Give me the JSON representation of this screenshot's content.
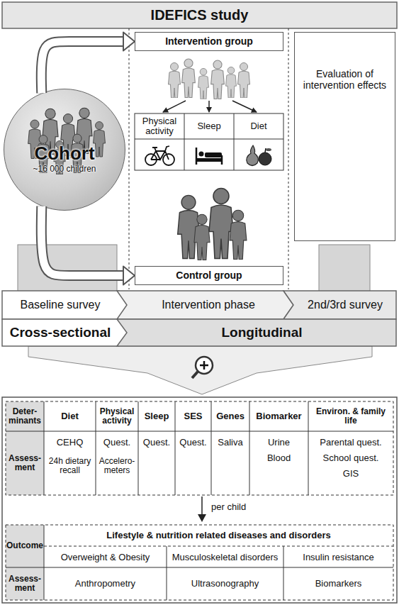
{
  "diagram": {
    "title": "IDEFICS study",
    "nodes": [
      {
        "text": [
          "Cohort",
          "~16 000 children"
        ]
      },
      {
        "text": [
          "Intervention group"
        ]
      },
      {
        "text": [
          "Control group"
        ]
      },
      {
        "text": [
          "Evaluation of intervention effects"
        ]
      },
      {
        "text": [
          "Baseline survey"
        ]
      },
      {
        "text": [
          "Intervention phase"
        ]
      },
      {
        "text": [
          "2nd/3rd survey"
        ]
      },
      {
        "text": [
          "Cross-sectional"
        ]
      },
      {
        "text": [
          "Longitudinal"
        ]
      }
    ],
    "edges": [
      {
        "from": 0,
        "to": 1,
        "arrow": "to"
      },
      {
        "from": 0,
        "to": 2,
        "arrow": "to"
      }
    ],
    "labels": [
      "Physical activity",
      "Sleep",
      "Diet",
      "Deter- minants",
      "Diet",
      "Physical activity",
      "Sleep",
      "SES",
      "Genes",
      "Biomarker",
      "Environ. & family life",
      "Assess- ment",
      "CEHQ",
      "24h dietary recall",
      "Quest.",
      "Accelero- meters",
      "Quest.",
      "Quest.",
      "Saliva",
      "Urine",
      "Blood",
      "Parental quest.",
      "School quest.",
      "GIS",
      "per child",
      "Outcome",
      "Lifestyle & nutrition related diseases and disorders",
      "Overweight & Obesity",
      "Musculoskeletal disorders",
      "Insulin resistance",
      "Assess- ment",
      "Anthropometry",
      "Ultrasonography",
      "Biomarkers"
    ]
  }
}
